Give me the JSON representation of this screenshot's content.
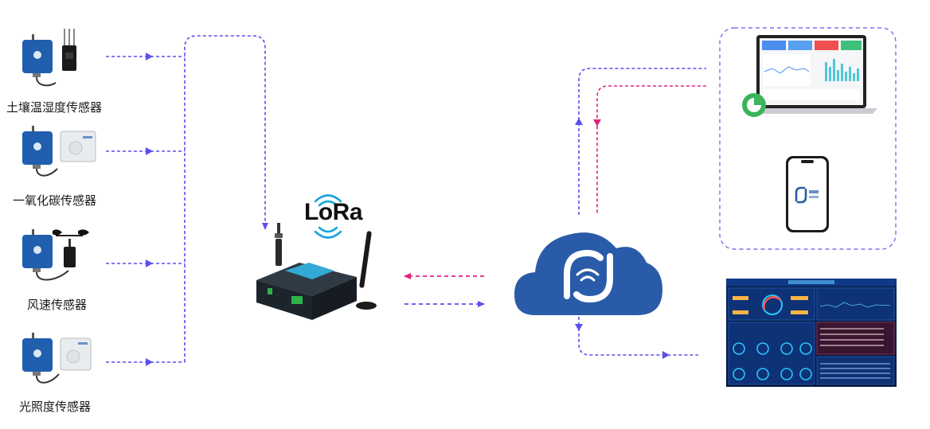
{
  "sensors": [
    {
      "label": "土壤温湿度传感器"
    },
    {
      "label": "一氧化碳传感器"
    },
    {
      "label": "风速传感器"
    },
    {
      "label": "光照度传感器"
    }
  ],
  "gateway": {
    "protocol_logo": "LoRa"
  },
  "cloud": {
    "icon": "cloud-platform-icon"
  },
  "colors": {
    "uplink": "#5b4ff0",
    "downlink": "#e0237d",
    "device_blue": "#1f5fae",
    "cloud_blue": "#2a5ba8",
    "sensor_white": "#e9ecef"
  }
}
